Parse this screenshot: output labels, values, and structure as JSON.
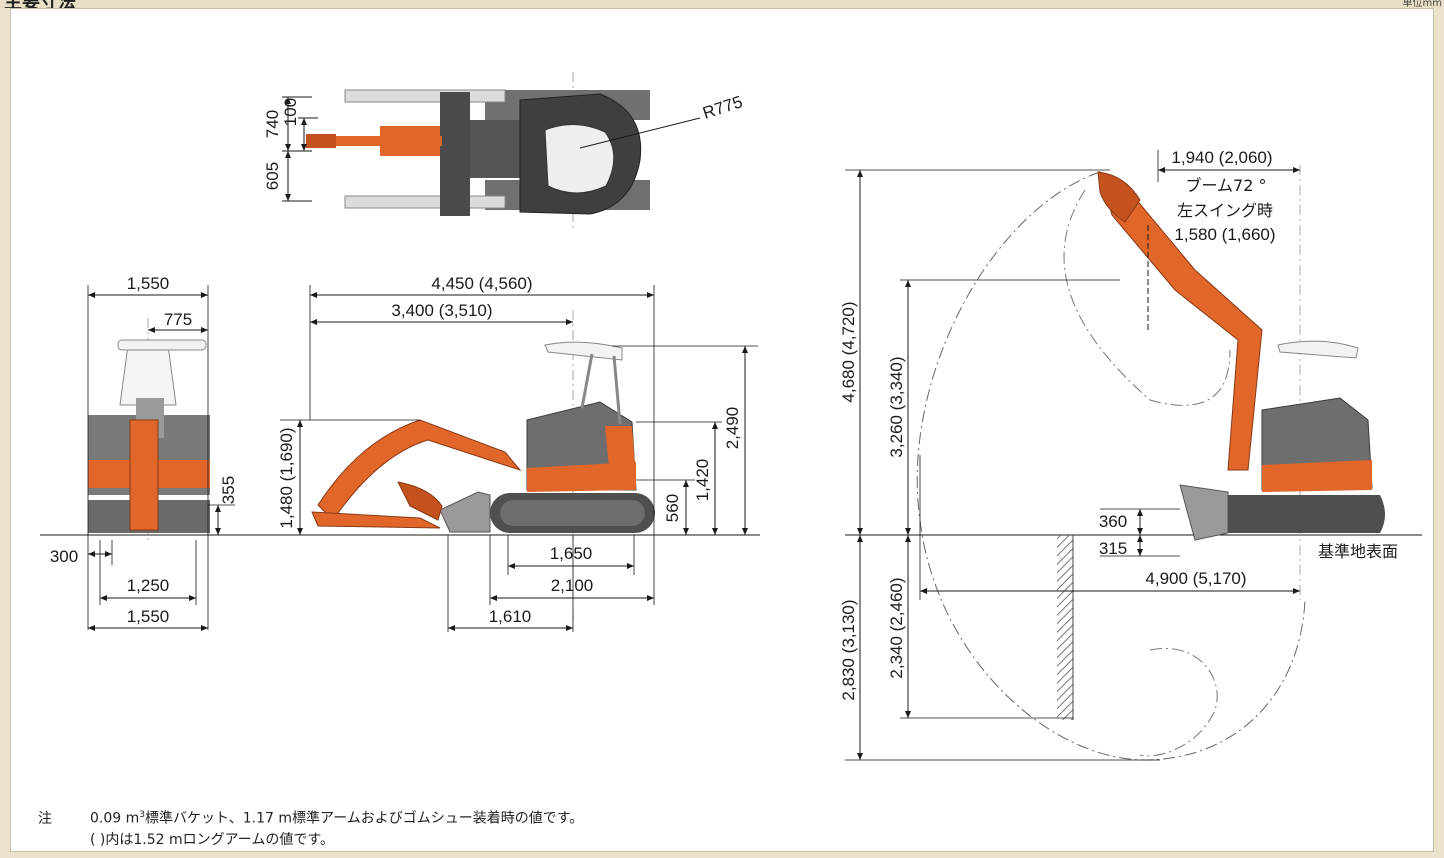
{
  "header": {
    "title": "主要寸法",
    "unit": "単位mm"
  },
  "top_view": {
    "radius": "R775",
    "d740": "740",
    "d100": "100",
    "d605": "605"
  },
  "front_view": {
    "width_top": "1,550",
    "half": "775",
    "clearance": "355",
    "offset": "300",
    "track_gauge": "1,250",
    "width_bottom": "1,550"
  },
  "side_view": {
    "overall_length": "4,450 (4,560)",
    "swing_length": "3,400 (3,510)",
    "boom_height": "1,480 (1,690)",
    "canopy_height": "2,490",
    "body_height": "1,420",
    "counterweight_height": "560",
    "tumbler_distance": "1,650",
    "track_length": "2,100",
    "blade_distance": "1,610"
  },
  "working_range": {
    "offset_dim": "1,940 (2,060)",
    "boom_swing_label": "ブーム72 °",
    "left_swing_label": "左スイング時",
    "left_swing_value": "1,580 (1,660)",
    "max_dig_height": "4,680 (4,720)",
    "max_dump_height": "3,260 (3,340)",
    "blade_lift": "360",
    "blade_drop": "315",
    "ground_label": "基準地表面",
    "max_reach": "4,900 (5,170)",
    "vertical_wall_depth": "2,340 (2,460)",
    "max_dig_depth": "2,830 (3,130)"
  },
  "notes": {
    "mark": "注",
    "line1_a": "0.09 m",
    "line1_sup": "3",
    "line1_b": "標準バケット、1.17 m標準アームおよびゴムシュー装着時の値です。",
    "line2": "( )内は1.52 mロングアームの値です。"
  },
  "colors": {
    "machine_orange": "#e0662a",
    "body_gray": "#6e6e6e",
    "dark": "#3b3b3b",
    "background": "#ece3cf"
  }
}
